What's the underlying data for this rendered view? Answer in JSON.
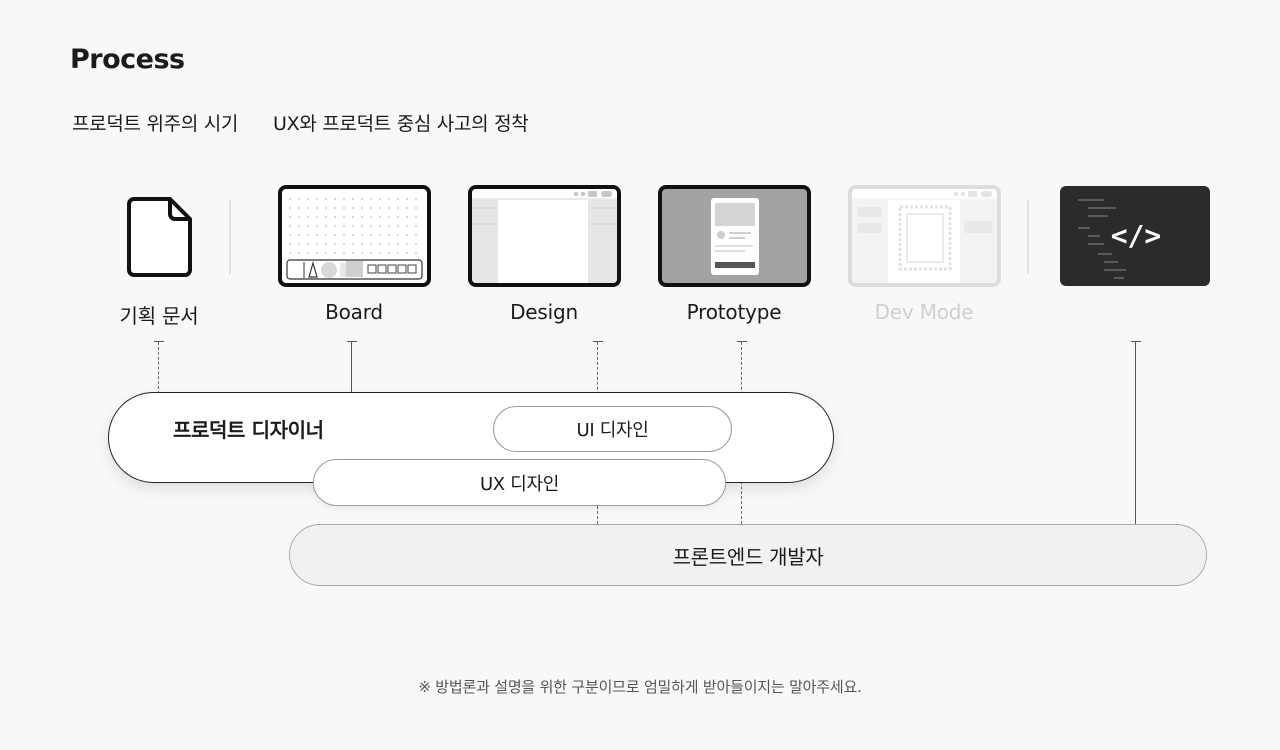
{
  "title": "Process",
  "eras": [
    "프로덕트 위주의 시기",
    "UX와 프로덕트 중심 사고의 정착"
  ],
  "tools": [
    {
      "label": "기획 문서",
      "icon": "document-icon"
    },
    {
      "label": "Board",
      "icon": "board-frame-icon"
    },
    {
      "label": "Design",
      "icon": "design-frame-icon"
    },
    {
      "label": "Prototype",
      "icon": "prototype-frame-icon"
    },
    {
      "label": "Dev Mode",
      "icon": "dev-mode-frame-icon",
      "faded": true
    },
    {
      "label": "",
      "icon": "code-icon",
      "glyph": "</>"
    }
  ],
  "roles": {
    "product_designer": "프로덕트 디자이너",
    "ui_design": "UI 디자인",
    "ux_design": "UX 디자인",
    "frontend_developer": "프론트엔드 개발자"
  },
  "footnote": "※ 방법론과 설명을 위한 구분이므로 엄밀하게 받아들이지는 말아주세요.",
  "colors": {
    "text": "#1b1b1b",
    "faded": "#cfcfcf",
    "code_bg": "#2b2b2b",
    "background": "#f8f8f8"
  }
}
